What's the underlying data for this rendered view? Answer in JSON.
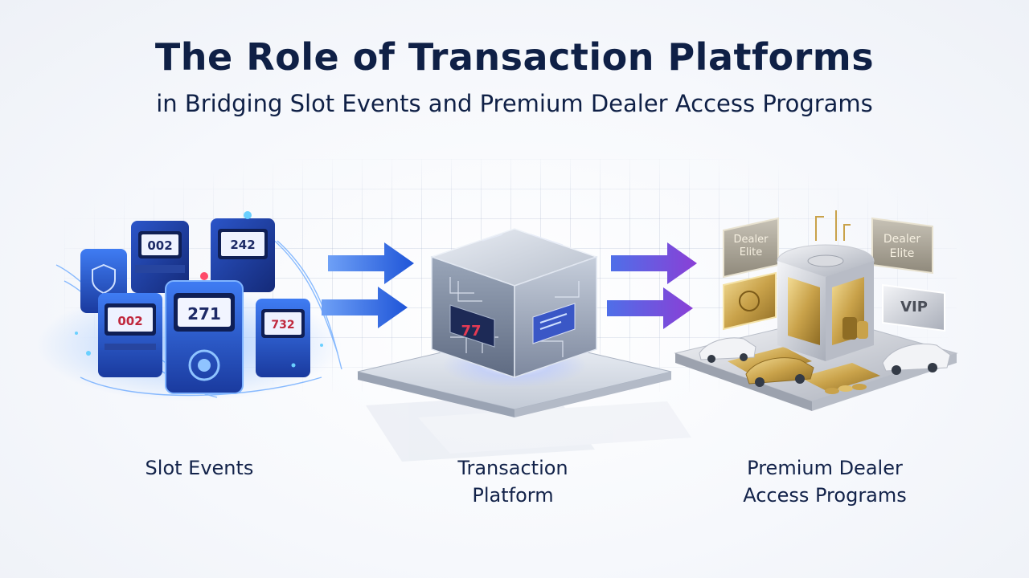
{
  "header": {
    "title": "The Role of Transaction Platforms",
    "subtitle": "in Bridging Slot Events and Premium Dealer Access Programs"
  },
  "nodes": [
    {
      "id": "slot-events",
      "label": "Slot Events"
    },
    {
      "id": "transaction-platform",
      "label_line1": "Transaction",
      "label_line2": "Platform"
    },
    {
      "id": "premium-dealer",
      "label_line1": "Premium Dealer",
      "label_line2": "Access Programs"
    }
  ],
  "slot_reels": {
    "machine1": "002",
    "machine2": "242",
    "machine3": "002",
    "machine4": "271",
    "machine5": "732",
    "cube": "77"
  },
  "dealer_signs": {
    "left_top": "Dealer Elite",
    "right_top": "Dealer Elite",
    "right_bottom": "VIP"
  },
  "colors": {
    "title": "#0f2046",
    "blue_accent": "#2f6be8",
    "purple_accent": "#8a3fd6",
    "gold": "#c9a24a",
    "silver": "#c9ccd3"
  }
}
